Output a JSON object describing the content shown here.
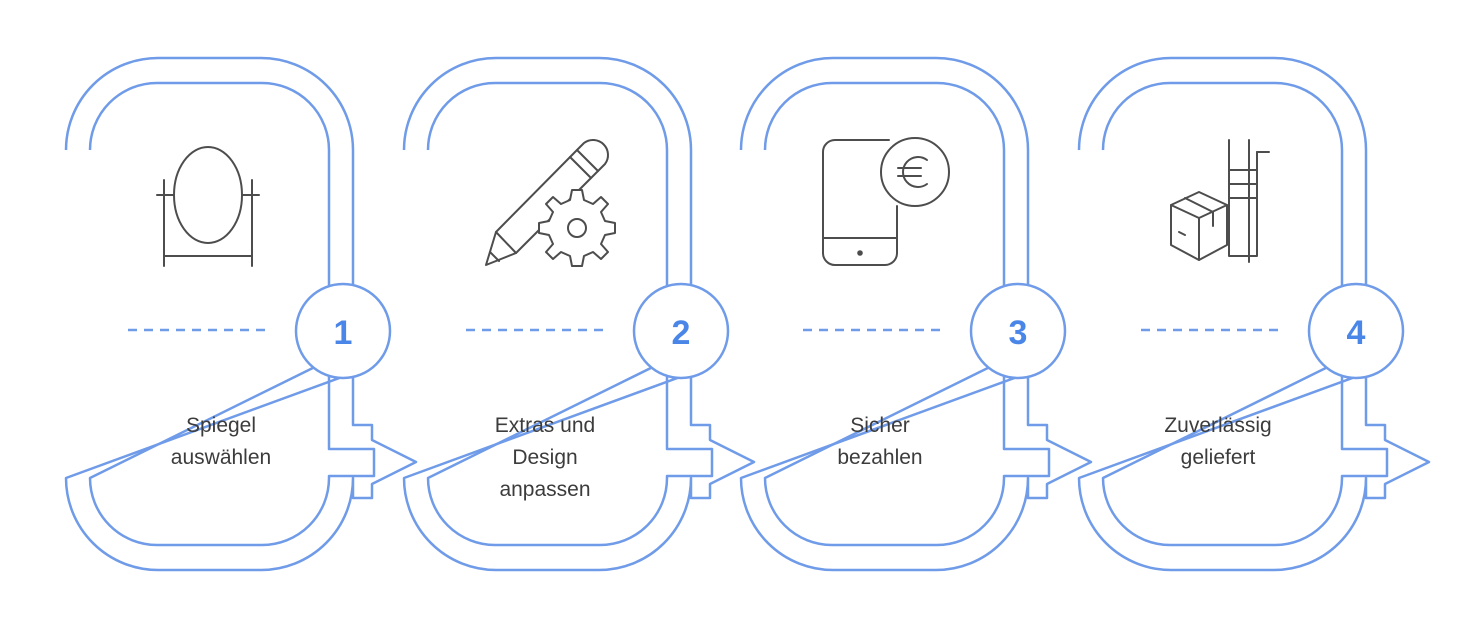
{
  "colors": {
    "accent": "#6f9be8",
    "number": "#4a86e8",
    "icon": "#4d4d4d",
    "text": "#3c3c3c"
  },
  "steps": [
    {
      "number": "1",
      "label": "Spiegel\nauswählen",
      "icon": "mirror-icon"
    },
    {
      "number": "2",
      "label": "Extras und\nDesign\nanpassen",
      "icon": "pencil-gear-icon"
    },
    {
      "number": "3",
      "label": "Sicher\nbezahlen",
      "icon": "phone-euro-icon"
    },
    {
      "number": "4",
      "label": "Zuverlässig\ngeliefert",
      "icon": "delivery-box-icon"
    }
  ]
}
